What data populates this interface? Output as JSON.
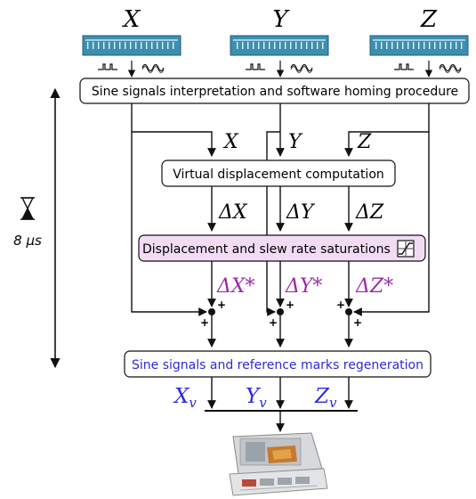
{
  "axes": {
    "x": {
      "name": "X",
      "raw": "X",
      "delta": "ΔX",
      "sat": "ΔX*",
      "out": "X",
      "out_sub": "v"
    },
    "y": {
      "name": "Y",
      "raw": "Y",
      "delta": "ΔY",
      "sat": "ΔY*",
      "out": "Y",
      "out_sub": "v"
    },
    "z": {
      "name": "Z",
      "raw": "Z",
      "delta": "ΔZ",
      "sat": "ΔZ*",
      "out": "Z",
      "out_sub": "v"
    }
  },
  "boxes": {
    "homing": "Sine signals interpretation and software homing procedure",
    "virtual": "Virtual displacement computation",
    "saturation": "Displacement and slew rate saturations",
    "regen": "Sine signals and reference marks regeneration"
  },
  "timing": {
    "label": "8 µs",
    "icon": "hourglass-icon"
  },
  "sum_sign": "+",
  "colors": {
    "accent_purple": "#9b2aa5",
    "accent_blue": "#2b2bd6",
    "sat_fill": "#f1dcf4",
    "scale_fill": "#3d8fb0",
    "line": "#111111"
  },
  "icons": {
    "encoder": "linear-encoder-scale-icon",
    "reference_pulse": "reference-pulse-icon",
    "sine_wave": "sine-wave-icon",
    "saturation": "saturation-curve-icon",
    "machine": "cnc-machine-icon"
  }
}
